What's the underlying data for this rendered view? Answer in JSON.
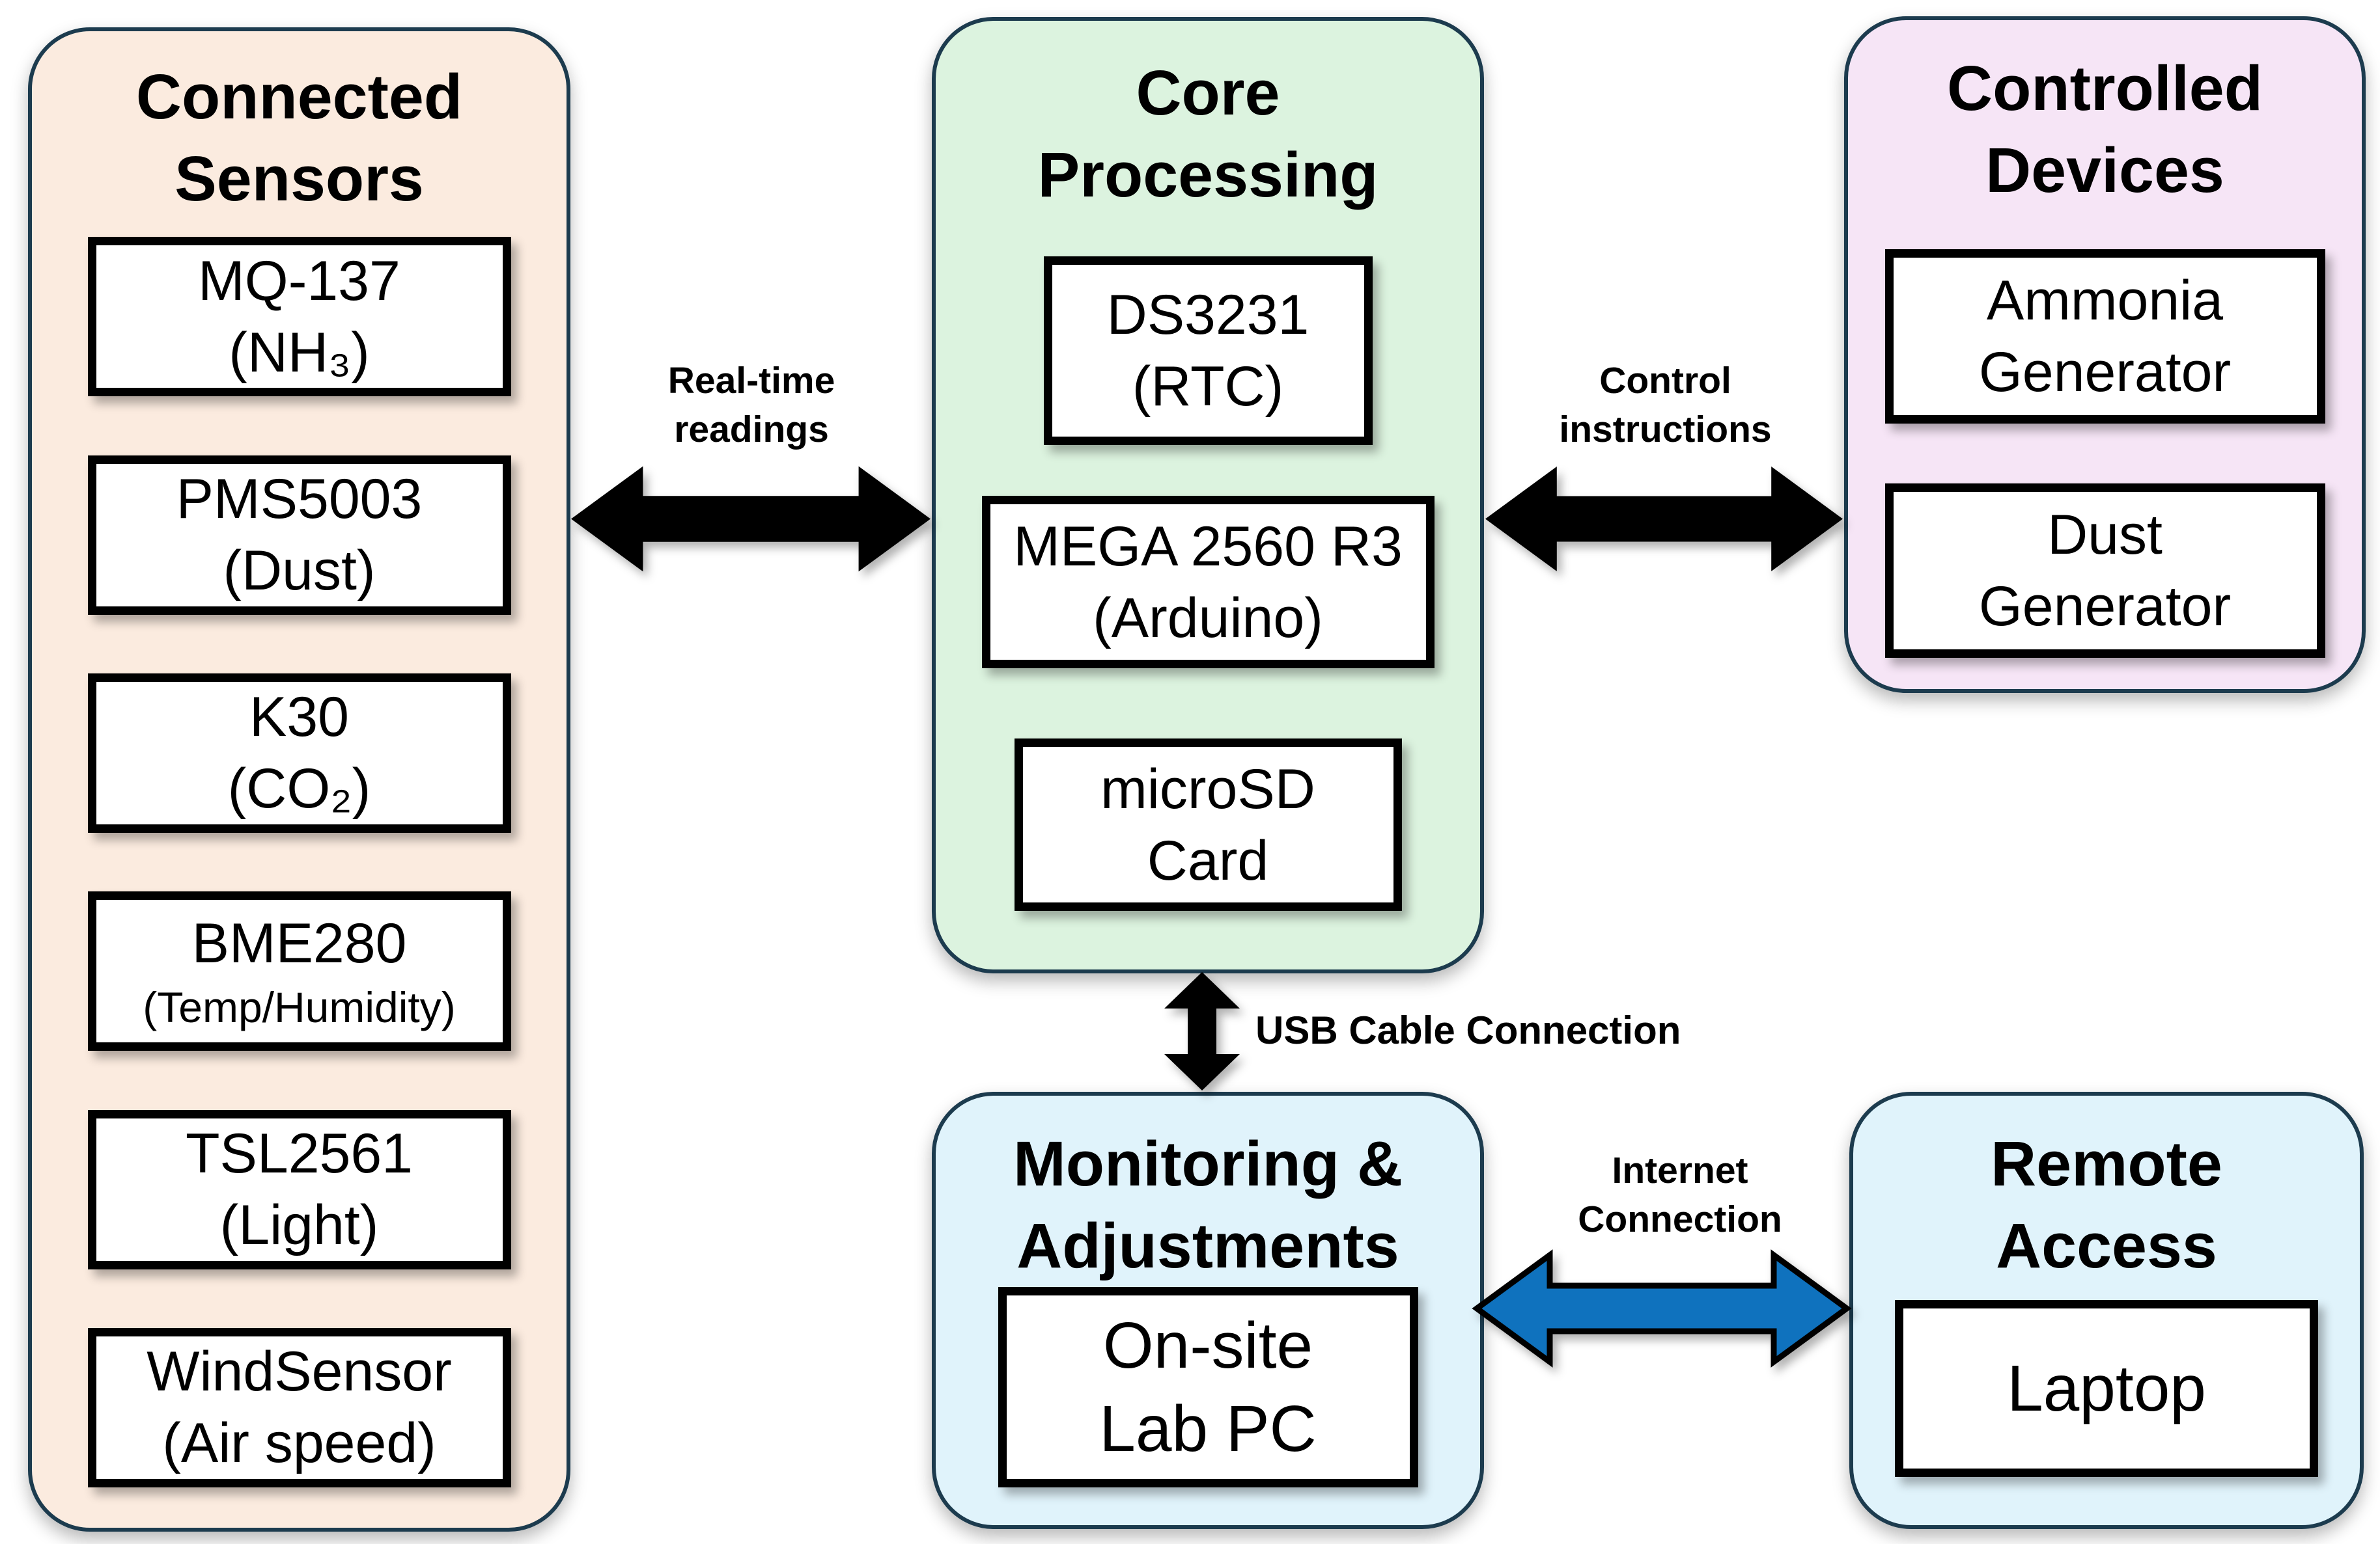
{
  "diagram": {
    "sensors": {
      "title_line1": "Connected",
      "title_line2": "Sensors",
      "items": [
        {
          "name": "MQ-137",
          "detail": "(NH₃)"
        },
        {
          "name": "PMS5003",
          "detail": "(Dust)"
        },
        {
          "name": "K30",
          "detail": "(CO₂)"
        },
        {
          "name": "BME280",
          "detail": "(Temp/Humidity)"
        },
        {
          "name": "TSL2561",
          "detail": "(Light)"
        },
        {
          "name": "WindSensor",
          "detail": "(Air speed)"
        }
      ]
    },
    "core": {
      "title_line1": "Core",
      "title_line2": "Processing",
      "items": [
        {
          "name": "DS3231",
          "detail": "(RTC)"
        },
        {
          "name": "MEGA 2560 R3",
          "detail": "(Arduino)"
        },
        {
          "name": "microSD",
          "detail": "Card"
        }
      ]
    },
    "devices": {
      "title_line1": "Controlled",
      "title_line2": "Devices",
      "items": [
        {
          "name": "Ammonia",
          "detail": "Generator"
        },
        {
          "name": "Dust",
          "detail": "Generator"
        }
      ]
    },
    "monitoring": {
      "title_line1": "Monitoring &",
      "title_line2": "Adjustments",
      "items": [
        {
          "name": "On-site",
          "detail": "Lab PC"
        }
      ]
    },
    "remote": {
      "title_line1": "Remote",
      "title_line2": "Access",
      "items": [
        {
          "name": "Laptop"
        }
      ]
    },
    "connections": {
      "realtime": {
        "line1": "Real-time",
        "line2": "readings"
      },
      "control": {
        "line1": "Control",
        "line2": "instructions"
      },
      "usb": {
        "label": "USB Cable Connection"
      },
      "internet": {
        "line1": "Internet",
        "line2": "Connection"
      }
    },
    "colors": {
      "sensors_bg": "#FBEBDF",
      "core_bg": "#DCF3DF",
      "devices_bg": "#F6E5F6",
      "monitoring_bg": "#E0F3FB",
      "remote_bg": "#E0F3FB",
      "panel_border": "#1C3B4E",
      "box_border": "#000000",
      "arrow_black": "#000000",
      "arrow_blue": "#0F72BE"
    }
  }
}
